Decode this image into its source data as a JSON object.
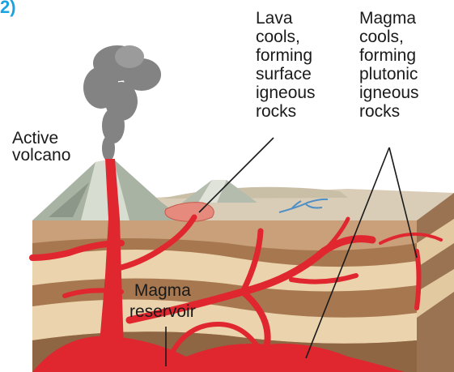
{
  "figure_label": "2)",
  "labels": {
    "active_volcano": [
      "Active",
      "volcano"
    ],
    "lava": [
      "Lava",
      "cools,",
      "forming",
      "surface",
      "igneous",
      "rocks"
    ],
    "magma_cools": [
      "Magma",
      "cools,",
      "forming",
      "plutonic",
      "igneous",
      "rocks"
    ],
    "magma_reservoir": [
      "Magma",
      "reservoir"
    ]
  },
  "colors": {
    "magma": "#e0262f",
    "lava_flow": "#e58a7c",
    "ground": "#d9cdb8",
    "stripe_light": "#ead3ad",
    "stripe_dark": "#a7784f",
    "smoke": "#6e6e6e",
    "river": "#4e8fc6",
    "label_accent": "#1aa3e0"
  }
}
